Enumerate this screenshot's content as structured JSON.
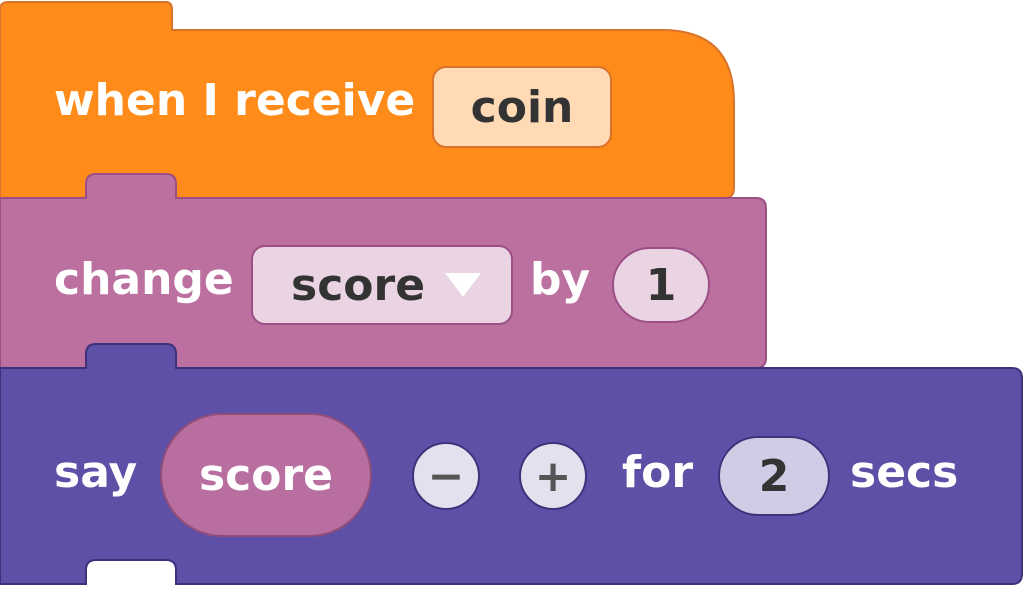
{
  "blocks": {
    "hat": {
      "label": "when I receive",
      "message": "coin",
      "color": "#ff8c1a"
    },
    "change": {
      "label": "change",
      "variable": "score",
      "by_label": "by",
      "amount": "1",
      "color": "#bc70a0"
    },
    "say": {
      "label": "say",
      "reporter": "score",
      "minus_symbol": "−",
      "plus_symbol": "+",
      "for_label": "for",
      "duration": "2",
      "secs_label": "secs",
      "color": "#5e50a6"
    }
  },
  "icons": {
    "dropdown": "dropdown-arrow-icon",
    "minus": "minus-icon",
    "plus": "plus-icon"
  }
}
